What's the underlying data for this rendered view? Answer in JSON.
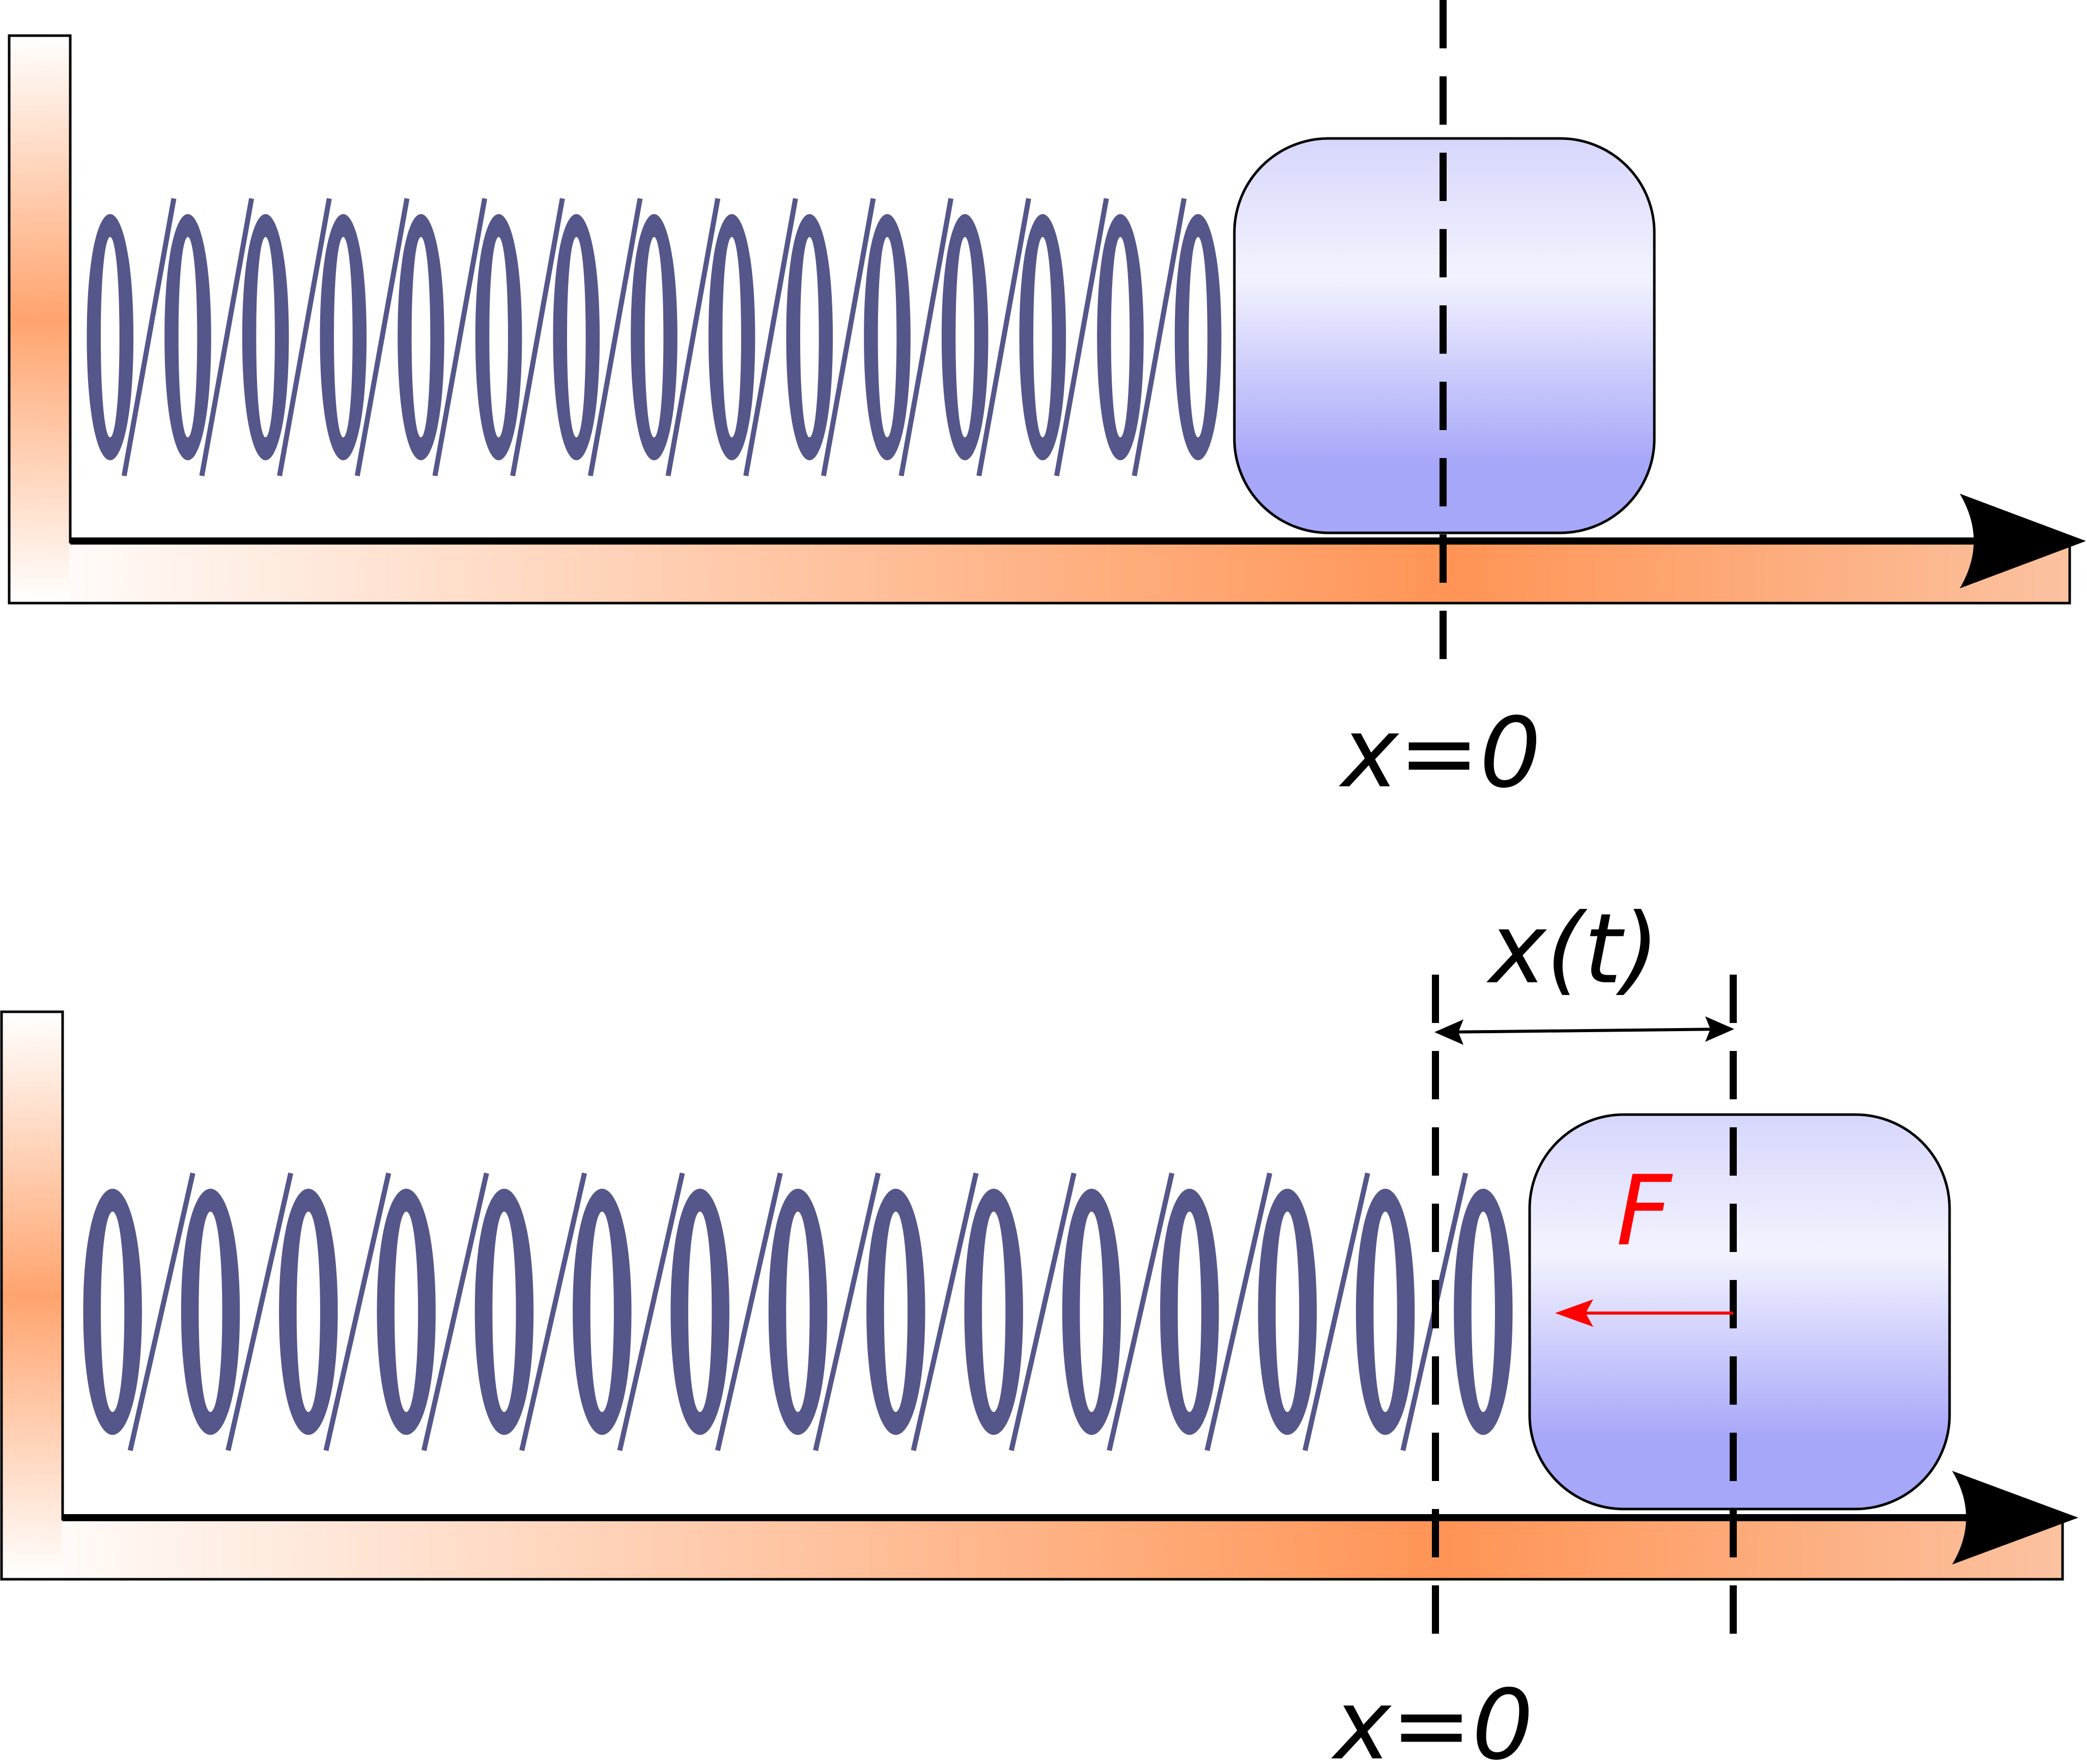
{
  "colors": {
    "wall_edge": "#ffffff",
    "wall_mid": "#ff9455",
    "spring": "#55568a",
    "block_light": "#f3f3ff",
    "block_dark": "#a7a7f9",
    "axis": "#000000",
    "force": "#ff0000"
  },
  "top_panel": {
    "origin_label": "x=0"
  },
  "bottom_panel": {
    "origin_label": "x=0",
    "displacement_label": "x(t)",
    "force_label": "F"
  }
}
